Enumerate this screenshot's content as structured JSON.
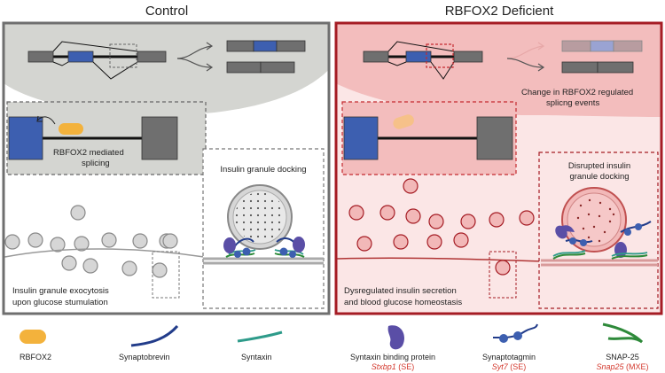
{
  "panels": {
    "control": {
      "title": "Control",
      "splicing_label": [
        "RBFOX2 mediated",
        "splicing"
      ],
      "docking_label": "Insulin granule docking",
      "exocytosis_label": [
        "Insulin granule exocytosis",
        "upon glucose stumulation"
      ]
    },
    "deficient": {
      "title": "RBFOX2 Deficient",
      "splicing_change_label": [
        "Change in RBFOX2 regulated",
        "splicng events"
      ],
      "docking_label": [
        "Disrupted insulin",
        "granule docking"
      ],
      "secretion_label": [
        "Dysregulated insulin secretion",
        "and blood glucose homeostasis"
      ]
    }
  },
  "legend": {
    "rbfox2": "RBFOX2",
    "synaptobrevin": "Synaptobrevin",
    "syntaxin": "Syntaxin",
    "stxbp": {
      "name": "Syntaxin binding protein",
      "gene": "Stxbp1",
      "event": " (SE)"
    },
    "synaptotagmin": {
      "name": "Synaptotagmin",
      "gene": "Syt7",
      "event": " (SE)"
    },
    "snap25": {
      "name": "SNAP-25",
      "gene": "Snap25",
      "event": " (MXE)"
    }
  },
  "colors": {
    "control_border": "#6f6f6f",
    "deficient_border": "#a51c24",
    "exon_alt": "#3d5fb0",
    "exon_const": "#6f6f6f",
    "rbfox2": "#f3b23c",
    "granule_control": "#d6d6d6",
    "granule_deficient": "#f2b8b8",
    "gene_name": "#d43a2f"
  }
}
